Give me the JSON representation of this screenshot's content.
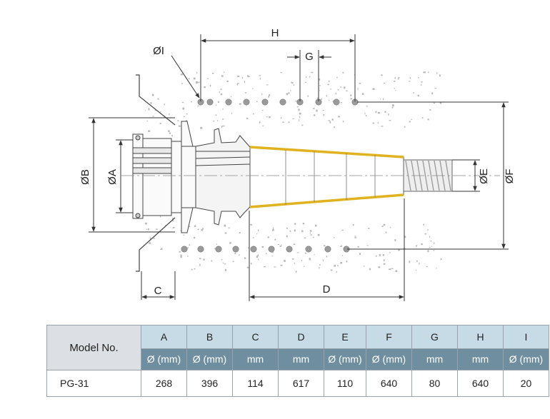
{
  "diagram": {
    "labels": {
      "H": "H",
      "G": "G",
      "I": "ØI",
      "B": "ØB",
      "A": "ØA",
      "E": "ØE",
      "F": "ØF",
      "C": "C",
      "D": "D"
    },
    "colors": {
      "line": "#333333",
      "taper": "#e0b21f",
      "concrete_speck": "#b9b9b9",
      "rebar": "#9a9a9a"
    }
  },
  "table": {
    "model_header": "Model No.",
    "columns": [
      {
        "letter": "A",
        "unit": "Ø (mm)"
      },
      {
        "letter": "B",
        "unit": "Ø (mm)"
      },
      {
        "letter": "C",
        "unit": "mm"
      },
      {
        "letter": "D",
        "unit": "mm"
      },
      {
        "letter": "E",
        "unit": "Ø (mm)"
      },
      {
        "letter": "F",
        "unit": "Ø (mm)"
      },
      {
        "letter": "G",
        "unit": "mm"
      },
      {
        "letter": "H",
        "unit": "mm"
      },
      {
        "letter": "I",
        "unit": "Ø (mm)"
      }
    ],
    "rows": [
      {
        "model": "PG-31",
        "values": [
          "268",
          "396",
          "114",
          "617",
          "110",
          "640",
          "80",
          "640",
          "20"
        ]
      }
    ],
    "colors": {
      "header_light": "#c6dbe6",
      "header_dark": "#6f8e9f",
      "model_header": "#dcdfe3"
    }
  }
}
